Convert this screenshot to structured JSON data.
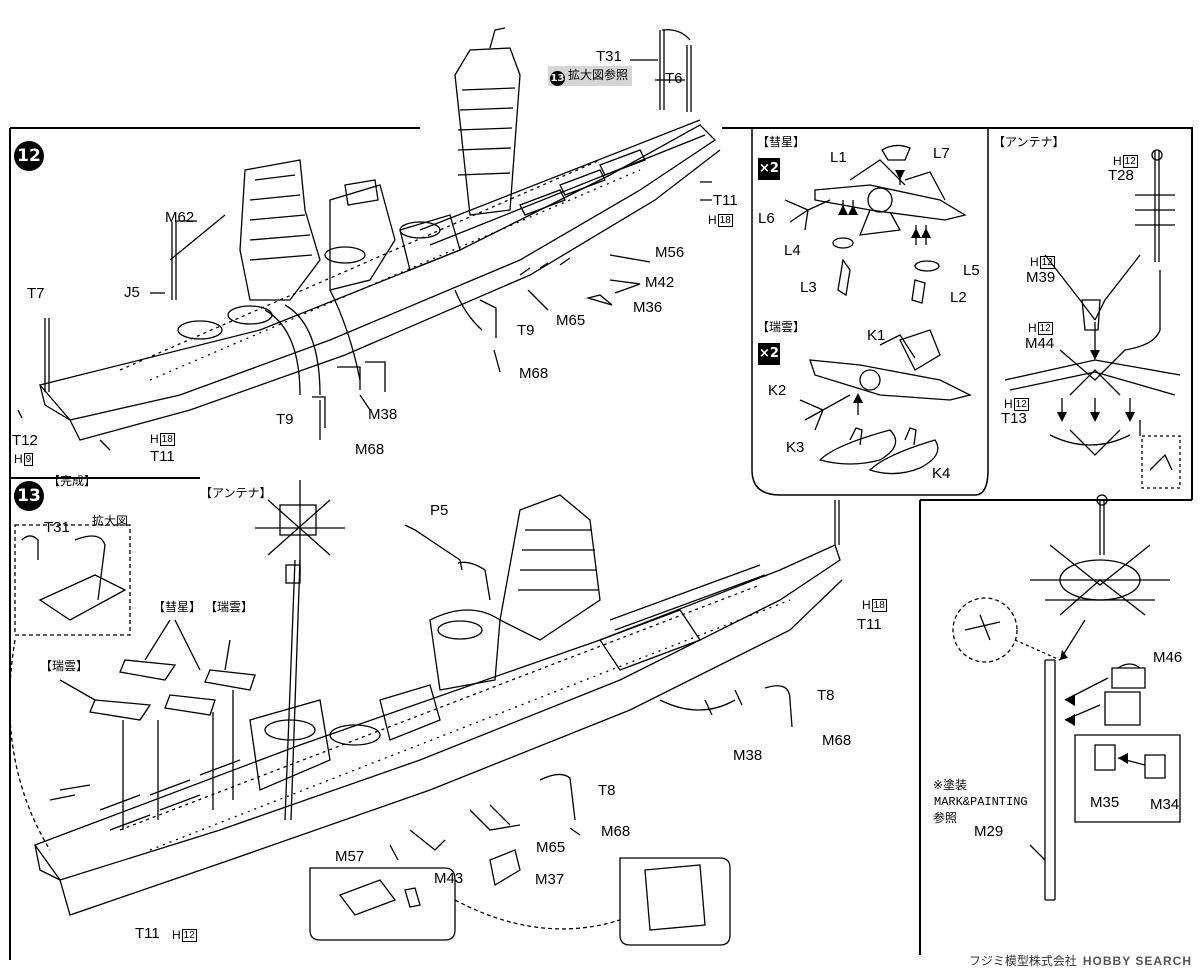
{
  "steps": {
    "step12": "12",
    "step13": "13",
    "complete_label": "【完成】",
    "ref_tag_num": "13",
    "ref_tag_text": "拡大図参照"
  },
  "insets": {
    "suisei_title": "【彗星】",
    "zuiun_title": "【瑞雲】",
    "antenna_title": "【アンテナ】",
    "antenna_title_2": "【アンテナ】",
    "x2_a": "×2",
    "x2_b": "×2",
    "enlarged_label": "拡大図",
    "suisei_lbl2": "【彗星】",
    "zuiun_lbl2": "【瑞雲】",
    "zuiun_lbl3": "【瑞雲】",
    "painting_note_1": "※塗装",
    "painting_note_2": "MARK&PAINTING",
    "painting_note_3": "参照"
  },
  "parts12": {
    "T31": "T31",
    "T6": "T6",
    "T11a": "T11",
    "H18a": "H",
    "H18a_n": "18",
    "M62": "M62",
    "M56": "M56",
    "M42": "M42",
    "M36": "M36",
    "M65": "M65",
    "J5": "J5",
    "T7": "T7",
    "T9a": "T9",
    "M68a": "M68",
    "M38": "M38",
    "T9b": "T9",
    "M68b": "M68",
    "T12": "T12",
    "H9": "H",
    "H9_n": "9",
    "H18b": "H",
    "H18b_n": "18",
    "T11b": "T11"
  },
  "parts_air": {
    "L1": "L1",
    "L7": "L7",
    "L6": "L6",
    "L4": "L4",
    "L5": "L5",
    "L3": "L3",
    "L2": "L2",
    "K1": "K1",
    "K2": "K2",
    "K3": "K3",
    "K4": "K4"
  },
  "parts_antenna": {
    "H12a": "H",
    "H12a_n": "12",
    "T28": "T28",
    "H12b": "H",
    "H12b_n": "12",
    "M39": "M39",
    "H12c": "H",
    "H12c_n": "12",
    "M44": "M44",
    "H12d": "H",
    "H12d_n": "12",
    "T13": "T13"
  },
  "parts13": {
    "T31": "T31",
    "P5": "P5",
    "H18": "H",
    "H18_n": "18",
    "T11a": "T11",
    "M46": "M46",
    "T8a": "T8",
    "M38": "M38",
    "M68a": "M68",
    "T8b": "T8",
    "M68b": "M68",
    "M65": "M65",
    "M35": "M35",
    "M34": "M34",
    "M29": "M29",
    "M57": "M57",
    "M43": "M43",
    "M37": "M37",
    "T11b": "T11",
    "H12": "H",
    "H12_n": "12"
  },
  "footer": {
    "maker": "フジミ模型株式会社",
    "site": "HOBBY SEARCH"
  }
}
